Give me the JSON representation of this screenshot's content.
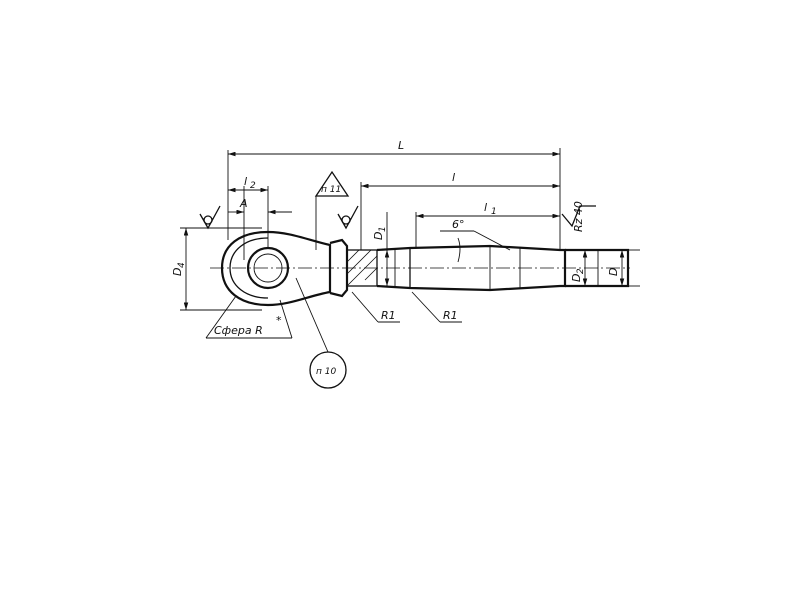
{
  "drawing": {
    "labels": {
      "L": "L",
      "l": "l",
      "l1": "l",
      "l1_sub": "1",
      "l2": "l",
      "l2_sub": "2",
      "A": "A",
      "D": "D",
      "D1": "D",
      "D1_sub": "1",
      "D2": "D",
      "D2_sub": "2",
      "D4": "D",
      "D4_sub": "4",
      "angle": "6°",
      "R1_left": "R1",
      "R1_right": "R1",
      "roughness": "Rz 40",
      "note_11": "п 11",
      "note_10": "п 10",
      "sphere": "Сфера R",
      "sphere_mark": "*"
    }
  }
}
